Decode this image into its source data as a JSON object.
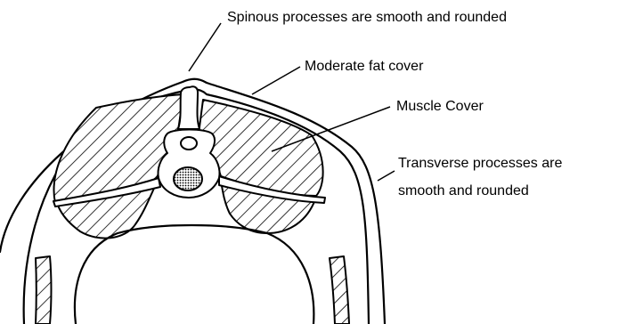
{
  "labels": {
    "spinous": "Spinous processes are smooth and rounded",
    "fat": "Moderate fat cover",
    "muscle": "Muscle Cover",
    "transverse_line1": "Transverse processes are",
    "transverse_line2": "smooth and rounded"
  },
  "colors": {
    "ink": "#000000",
    "background": "#ffffff"
  }
}
